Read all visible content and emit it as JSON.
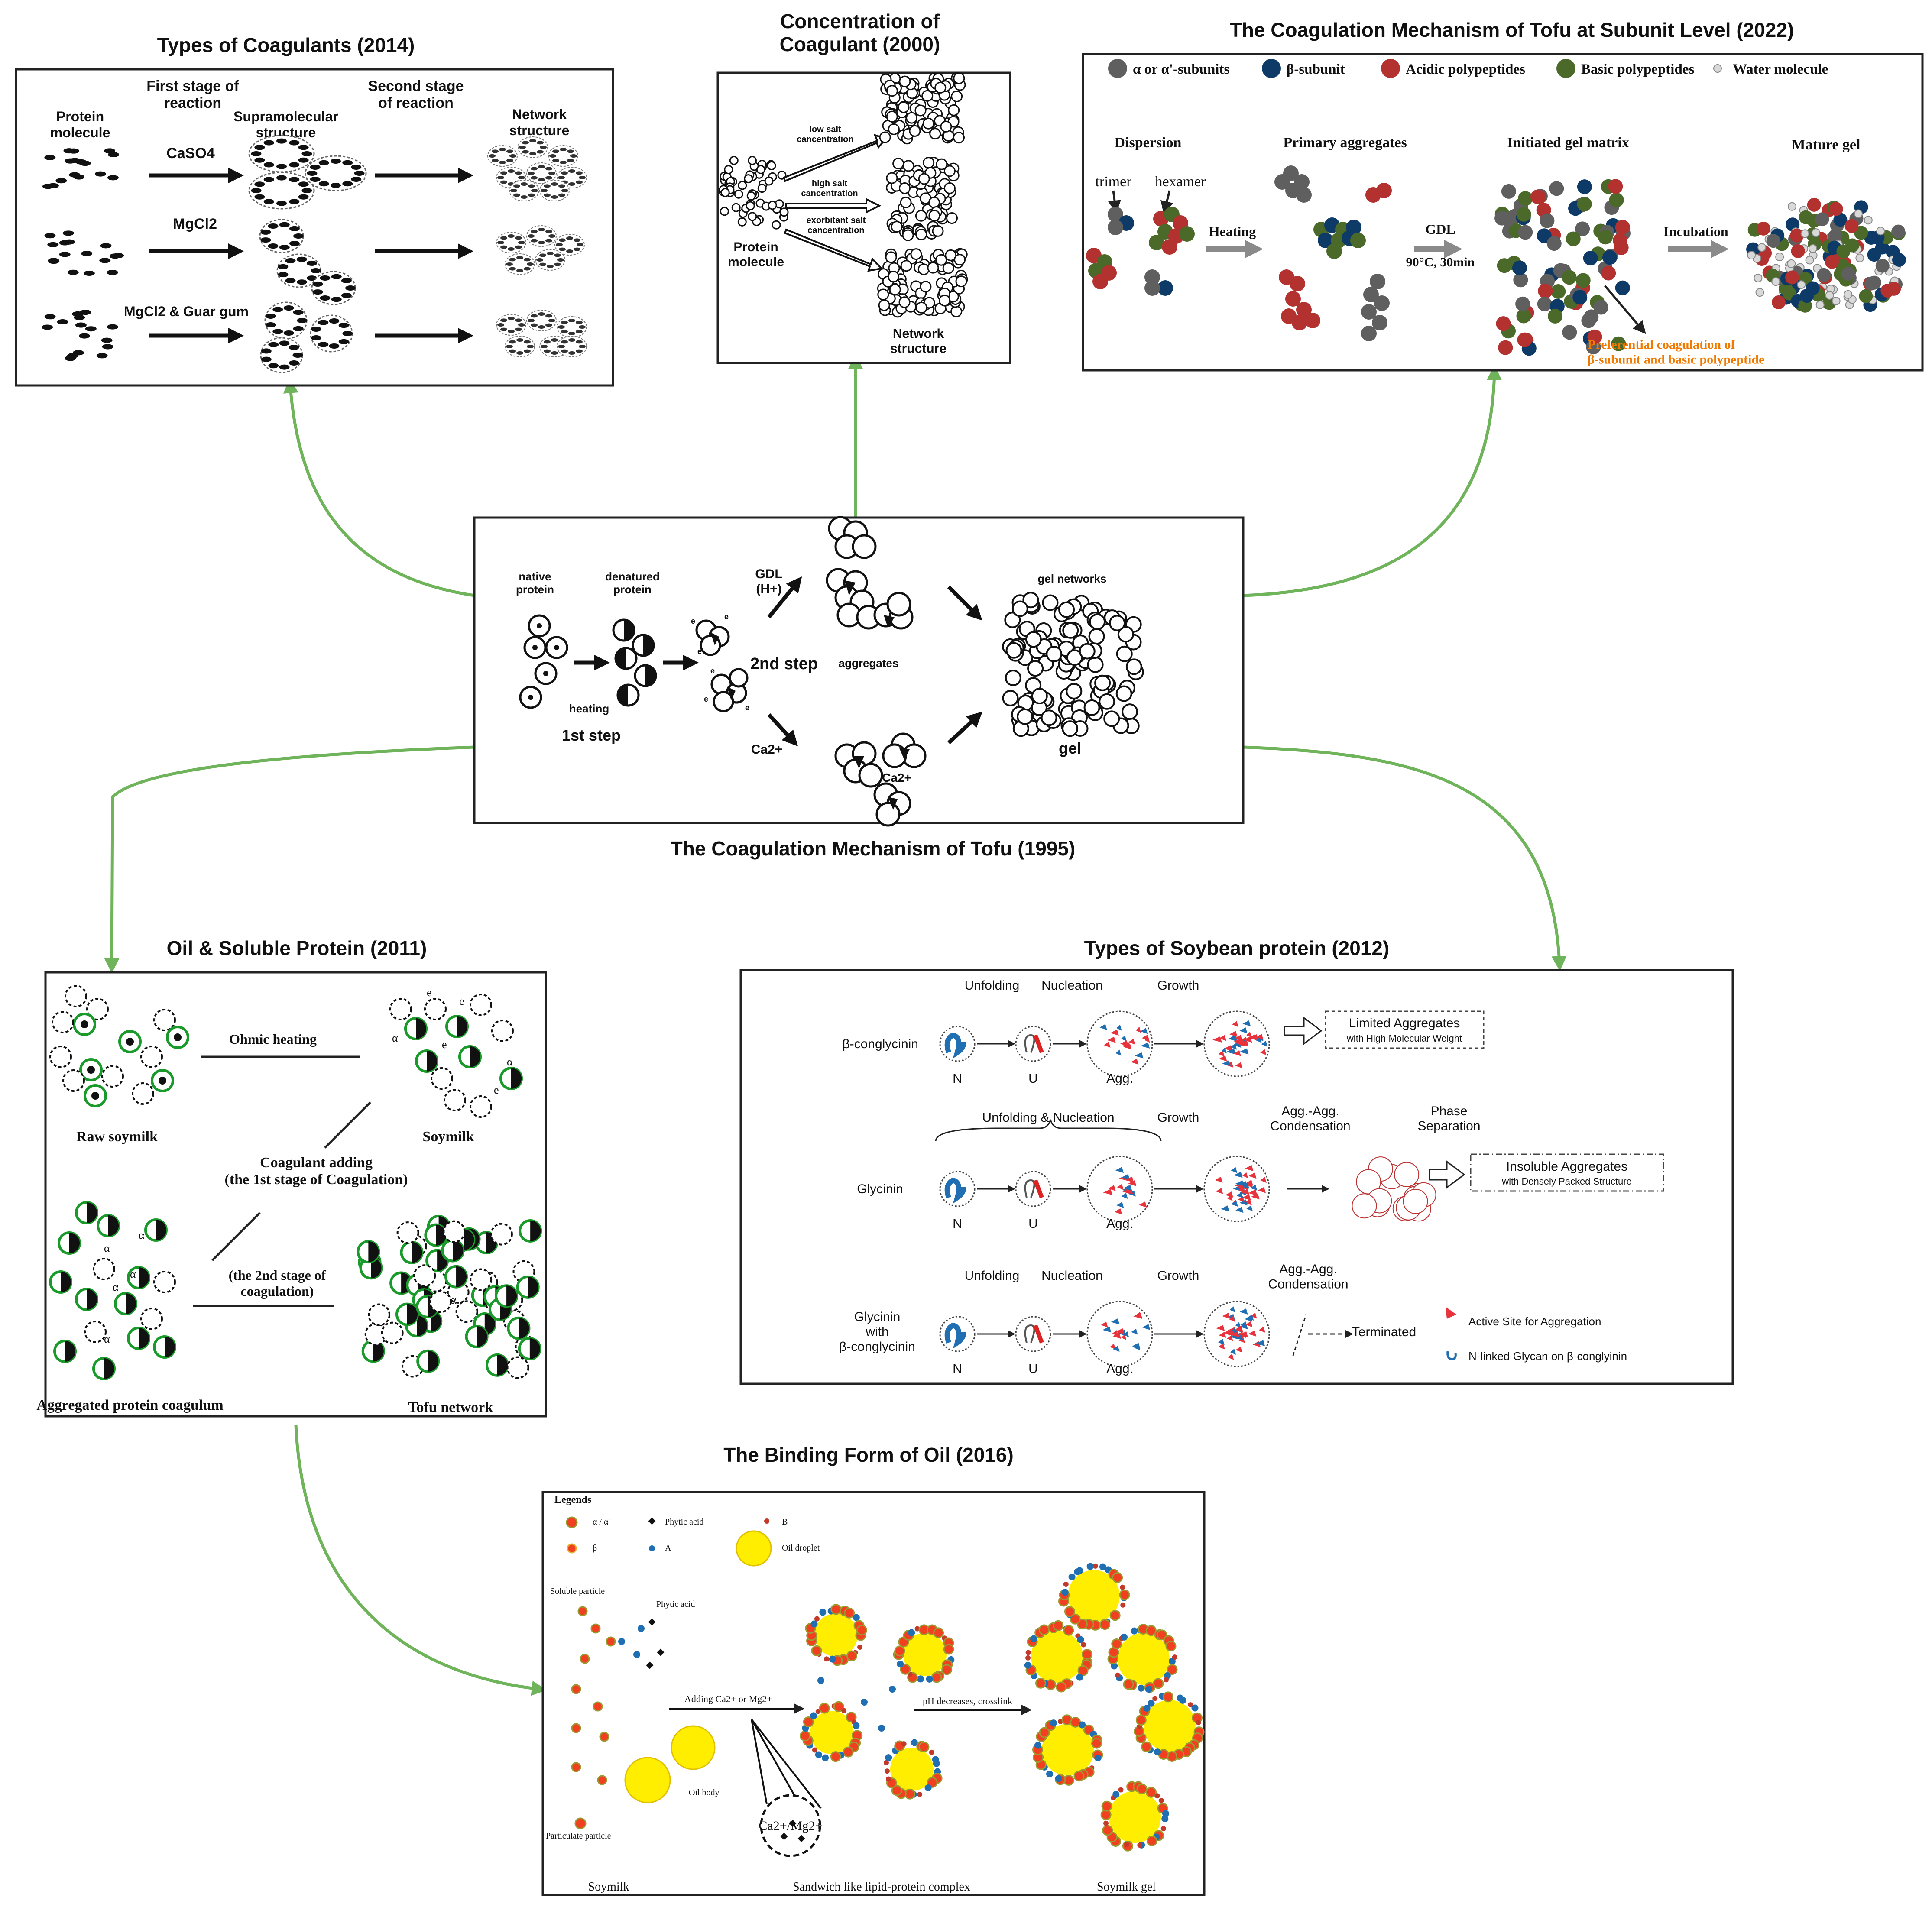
{
  "colors": {
    "connector": "#6fb35a",
    "alpha_subunit": "#5f5f5f",
    "beta_subunit": "#0d3a66",
    "acidic_polypeptide": "#b3312f",
    "basic_polypeptide": "#4b6a2a",
    "water_molecule": "#d9d9d9",
    "oil_droplet": "#ffee00",
    "highlight_orange": "#f07a00",
    "active_site_red": "#e8323c",
    "glycan_blue": "#1f6fb2"
  },
  "center": {
    "caption": "The Coagulation Mechanism of Tofu (1995)",
    "native_protein": "native\nprotein",
    "denatured_protein": "denatured\nprotein",
    "heating": "heating",
    "first_step": "1st step",
    "gdl": "GDL\n(H+)",
    "second_step": "2nd step",
    "aggregates": "aggregates",
    "ca": "Ca2+",
    "ca_cluster": "Ca2+",
    "gel_networks": "gel networks",
    "gel": "gel"
  },
  "coagulants": {
    "title": "Types of Coagulants (2014)",
    "protein_molecule": "Protein\nmolecule",
    "first_stage": "First stage of\nreaction",
    "supramolecular": "Supramolecular\nstructure",
    "second_stage": "Second stage\nof reaction",
    "network": "Network\nstructure",
    "row1": "CaSO4",
    "row2": "MgCl2",
    "row3": "MgCl2 & Guar gum"
  },
  "concentration": {
    "title": "Concentration of\nCoagulant (2000)",
    "low": "low salt\ncancentration",
    "high": "high salt\ncancentration",
    "exorbitant": "exorbitant salt\ncancentration",
    "protein_molecule": "Protein\nmolecule",
    "network": "Network\nstructure"
  },
  "subunit": {
    "title": "The Coagulation Mechanism of Tofu at Subunit Level (2022)",
    "legend": [
      {
        "label": "α or α'-subunits",
        "color": "#5f5f5f"
      },
      {
        "label": "β-subunit",
        "color": "#0d3a66"
      },
      {
        "label": "Acidic polypeptides",
        "color": "#b3312f"
      },
      {
        "label": "Basic polypeptides",
        "color": "#4b6a2a"
      },
      {
        "label": "Water molecule",
        "color": "#d9d9d9"
      }
    ],
    "dispersion": "Dispersion",
    "trimer": "trimer",
    "hexamer": "hexamer",
    "heating": "Heating",
    "primary": "Primary aggregates",
    "gdl": "GDL",
    "gdl_cond": "90°C, 30min",
    "initiated": "Initiated gel matrix",
    "incubation": "Incubation",
    "mature": "Mature gel",
    "note": "Preferential coagulation of\nβ-subunit and basic polypeptide"
  },
  "oil_protein": {
    "title": "Oil & Soluble Protein (2011)",
    "ohmic": "Ohmic heating",
    "raw": "Raw soymilk",
    "soymilk": "Soymilk",
    "coagulant_adding": "Coagulant adding\n(the 1st stage of Coagulation)",
    "second_stage": "(the 2nd stage of\ncoagulation)",
    "aggregated": "Aggregated protein coagulum",
    "tofu": "Tofu network",
    "alpha": "α",
    "e": "e"
  },
  "soy_protein": {
    "title": "Types of Soybean protein (2012)",
    "row1": {
      "name": "β-conglycinin",
      "unfolding": "Unfolding",
      "nucleation": "Nucleation",
      "growth": "Growth",
      "result": "Limited Aggregates",
      "result_sub": "with High Molecular Weight"
    },
    "row2": {
      "name": "Glycinin",
      "unfold_nucl": "Unfolding & Nucleation",
      "growth": "Growth",
      "agg_cond": "Agg.-Agg.\nCondensation",
      "phase_sep": "Phase\nSeparation",
      "result": "Insoluble Aggregates",
      "result_sub": "with Densely Packed Structure"
    },
    "row3": {
      "name": "Glycinin\nwith\nβ-conglycinin",
      "unfolding": "Unfolding",
      "nucleation": "Nucleation",
      "growth": "Growth",
      "agg_cond": "Agg.-Agg.\nCondensation",
      "terminated": "Terminated"
    },
    "n": "N",
    "u": "U",
    "agg": "Agg.",
    "legend_active": "Active Site for Aggregation",
    "legend_glycan": "N-linked Glycan on β-conglyinin"
  },
  "oil_binding": {
    "title": "The Binding Form of Oil (2016)",
    "legends": "Legends",
    "leg_aa": "α / α'",
    "leg_phytic": "Phytic acid",
    "leg_b": "B",
    "leg_beta": "β",
    "leg_a": "A",
    "leg_oil": "Oil droplet",
    "soluble": "Soluble particle",
    "phytic": "Phytic acid",
    "adding": "Adding Ca2+ or Mg2+",
    "ph": "pH decreases, crosslink",
    "oil_body": "Oil body",
    "particulate": "Particulate particle",
    "camg": "Ca2+/Mg2+",
    "soymilk": "Soymilk",
    "sandwich": "Sandwich like lipid-protein complex",
    "gel": "Soymilk gel"
  }
}
